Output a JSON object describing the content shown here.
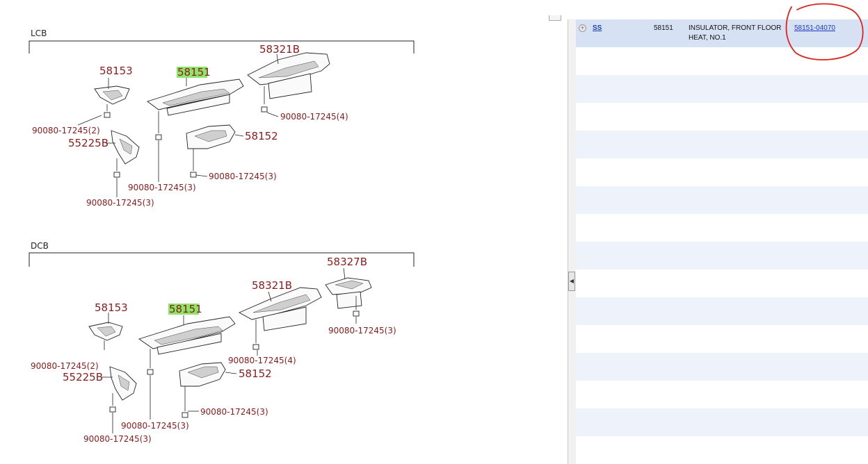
{
  "sections": [
    {
      "title": "LCB",
      "labels": {
        "p58321B": "58321B",
        "p58153": "58153",
        "p58151": "58151",
        "bolt_a": "90080-17245(4)",
        "bolt_b": "90080-17245(2)",
        "p55225B": "55225B",
        "p58152": "58152",
        "bolt_c": "90080-17245(3)",
        "bolt_d": "90080-17245(3)",
        "bolt_e": "90080-17245(3)"
      }
    },
    {
      "title": "DCB",
      "labels": {
        "p58327B": "58327B",
        "p58321B": "58321B",
        "p58153": "58153",
        "p58151": "58151",
        "bolt_f": "90080-17245(3)",
        "bolt_a": "90080-17245(4)",
        "bolt_b": "90080-17245(2)",
        "p55225B": "55225B",
        "p58152": "58152",
        "bolt_c": "90080-17245(3)",
        "bolt_d": "90080-17245(3)",
        "bolt_e": "90080-17245(3)"
      }
    }
  ],
  "highlight_color": "#8ee36a",
  "label_color": "#8b1a1a",
  "parts_table": {
    "rows": [
      {
        "code": "SS",
        "number": "58151",
        "description": "INSULATOR, FRONT FLOOR HEAT, NO.1",
        "part_link": "58151-04070"
      }
    ],
    "empty_rows": 15
  },
  "annotation_color": "#e0201a",
  "icons": {
    "expand": "plus-circle-icon",
    "collapse": "chevron-left-icon"
  }
}
